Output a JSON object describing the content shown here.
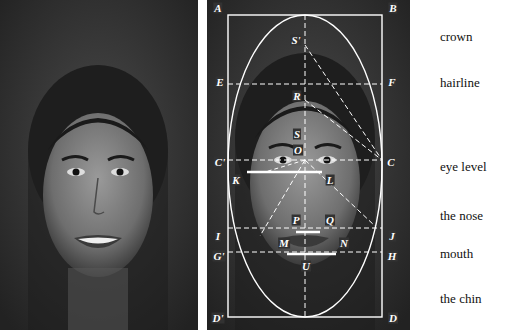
{
  "diagram": {
    "labels": [
      "A",
      "B",
      "S'",
      "E",
      "F",
      "R",
      "S",
      "O",
      "C'",
      "C",
      "K",
      "L",
      "I",
      "J",
      "P",
      "Q",
      "G'",
      "H",
      "M",
      "N",
      "U",
      "D'",
      "D",
      "crown",
      "hairline",
      "eye level",
      "the nose",
      "mouth",
      "the chin"
    ]
  }
}
